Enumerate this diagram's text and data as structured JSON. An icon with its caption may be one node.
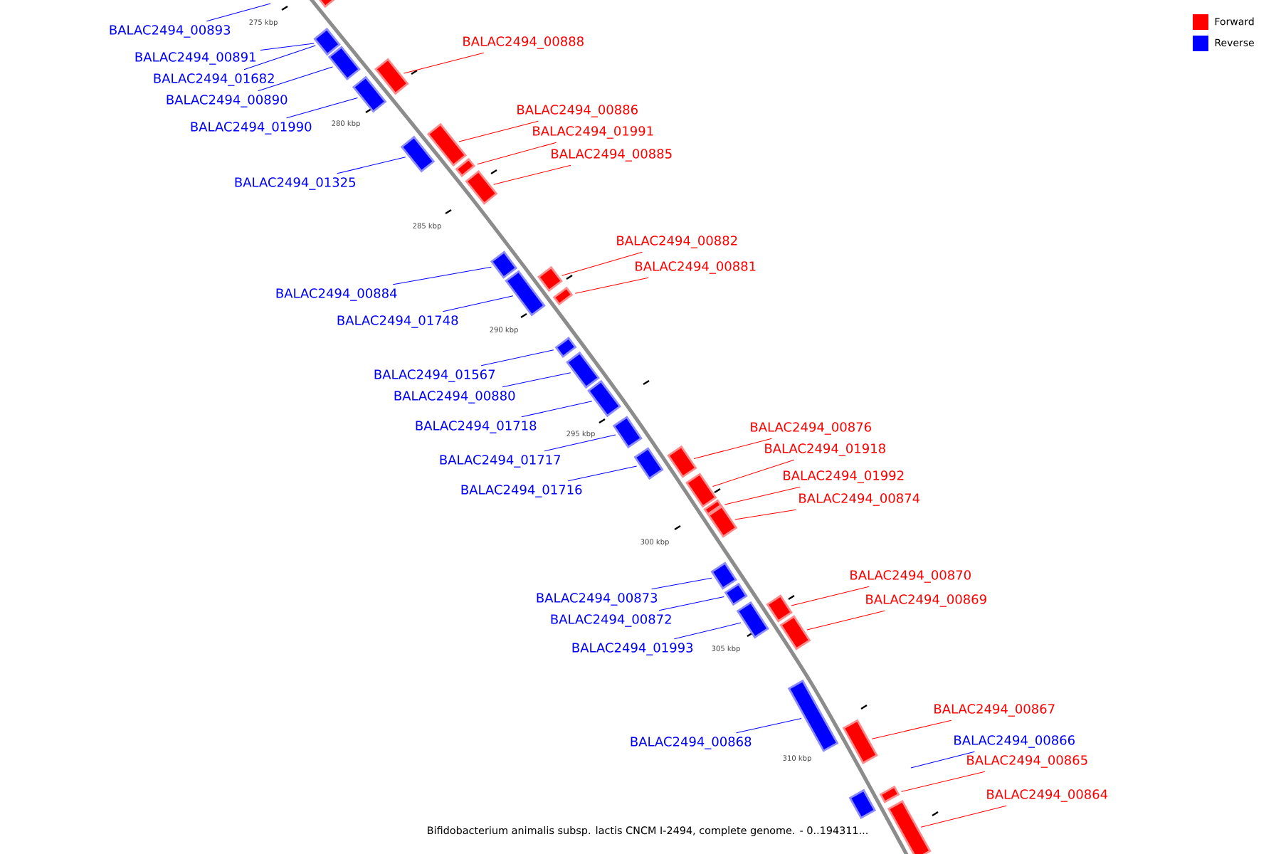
{
  "diagram": {
    "caption": "Bifidobacterium animalis subsp. lactis CNCM I-2494, complete genome. - 0..194311...",
    "nodes": [
      {
        "text": [],
        "shape": "bar"
      },
      {
        "text": [],
        "shape": "bar"
      },
      {
        "text": [],
        "shape": "bar"
      },
      {
        "text": [],
        "shape": "bar"
      },
      {
        "text": [],
        "shape": "bar"
      },
      {
        "text": [],
        "shape": "bar"
      },
      {
        "text": [],
        "shape": "bar"
      },
      {
        "text": [],
        "shape": "bar"
      },
      {
        "text": [],
        "shape": "bar"
      },
      {
        "text": [],
        "shape": "bar"
      },
      {
        "text": [],
        "shape": "bar"
      },
      {
        "text": [],
        "shape": "bar"
      },
      {
        "text": [],
        "shape": "bar"
      },
      {
        "text": [],
        "shape": "bar"
      },
      {
        "text": [],
        "shape": "bar"
      },
      {
        "text": [],
        "shape": "bar"
      },
      {
        "text": [],
        "shape": "bar"
      },
      {
        "text": [],
        "shape": "bar"
      },
      {
        "text": [],
        "shape": "bar"
      },
      {
        "text": [],
        "shape": "bar"
      },
      {
        "text": [],
        "shape": "bar"
      },
      {
        "text": [],
        "shape": "bar"
      },
      {
        "text": [],
        "shape": "bar"
      },
      {
        "text": [],
        "shape": "bar"
      },
      {
        "text": [],
        "shape": "bar"
      },
      {
        "text": [],
        "shape": "bar"
      },
      {
        "text": [],
        "shape": "bar"
      },
      {
        "text": [],
        "shape": "bar"
      },
      {
        "text": [],
        "shape": "bar"
      },
      {
        "text": [],
        "shape": "bar"
      },
      {
        "text": [],
        "shape": "bar"
      },
      {
        "text": [],
        "shape": "bar"
      },
      {
        "text": [
          "BALAC2494_00893"
        ]
      },
      {
        "text": [
          "BALAC2494_00888"
        ]
      },
      {
        "text": [
          "BALAC2494_00891"
        ]
      },
      {
        "text": [
          "BALAC2494_01682"
        ]
      },
      {
        "text": [
          "BALAC2494_00890"
        ]
      },
      {
        "text": [
          "BALAC2494_00886"
        ]
      },
      {
        "text": [
          "BALAC2494_01990"
        ]
      },
      {
        "text": [
          "BALAC2494_01991"
        ]
      },
      {
        "text": [
          "BALAC2494_00885"
        ]
      },
      {
        "text": [
          "BALAC2494_01325"
        ]
      },
      {
        "text": [
          "BALAC2494_00882"
        ]
      },
      {
        "text": [
          "BALAC2494_00881"
        ]
      },
      {
        "text": [
          "BALAC2494_00884"
        ]
      },
      {
        "text": [
          "BALAC2494_01748"
        ]
      },
      {
        "text": [
          "BALAC2494_01567"
        ]
      },
      {
        "text": [
          "BALAC2494_00880"
        ]
      },
      {
        "text": [
          "BALAC2494_01718"
        ]
      },
      {
        "text": [
          "BALAC2494_00876"
        ]
      },
      {
        "text": [
          "BALAC2494_01918"
        ]
      },
      {
        "text": [
          "BALAC2494_01717"
        ]
      },
      {
        "text": [
          "BALAC2494_01992"
        ]
      },
      {
        "text": [
          "BALAC2494_01716"
        ]
      },
      {
        "text": [
          "BALAC2494_00874"
        ]
      },
      {
        "text": [
          "BALAC2494_00870"
        ]
      },
      {
        "text": [
          "BALAC2494_00873"
        ]
      },
      {
        "text": [
          "BALAC2494_00869"
        ]
      },
      {
        "text": [
          "BALAC2494_00872"
        ]
      },
      {
        "text": [
          "BALAC2494_01993"
        ]
      },
      {
        "text": [
          "BALAC2494_00867"
        ]
      },
      {
        "text": [
          "BALAC2494_00866"
        ]
      },
      {
        "text": [
          "BALAC2494_00868"
        ]
      },
      {
        "text": [
          "BALAC2494_00865"
        ]
      },
      {
        "text": [
          "BALAC2494_00864"
        ]
      }
    ],
    "edges": [
      {
        "from": 32,
        "to": null,
        "arrow": "none",
        "color": "#0000ff"
      },
      {
        "from": 33,
        "to": 4,
        "arrow": "none",
        "color": "#ff0000"
      },
      {
        "from": 34,
        "to": 1,
        "arrow": "none",
        "color": "#0000ff"
      },
      {
        "from": 35,
        "to": 1,
        "arrow": "none",
        "color": "#0000ff"
      },
      {
        "from": 36,
        "to": 2,
        "arrow": "none",
        "color": "#0000ff"
      },
      {
        "from": 37,
        "to": 6,
        "arrow": "none",
        "color": "#ff0000"
      },
      {
        "from": 38,
        "to": 3,
        "arrow": "none",
        "color": "#0000ff"
      },
      {
        "from": 39,
        "to": 7,
        "arrow": "none",
        "color": "#ff0000"
      },
      {
        "from": 40,
        "to": 8,
        "arrow": "none",
        "color": "#ff0000"
      },
      {
        "from": 41,
        "to": 5,
        "arrow": "none",
        "color": "#0000ff"
      },
      {
        "from": 42,
        "to": 11,
        "arrow": "none",
        "color": "#ff0000"
      },
      {
        "from": 43,
        "to": 12,
        "arrow": "none",
        "color": "#ff0000"
      },
      {
        "from": 44,
        "to": 9,
        "arrow": "none",
        "color": "#0000ff"
      },
      {
        "from": 45,
        "to": 10,
        "arrow": "none",
        "color": "#0000ff"
      },
      {
        "from": 46,
        "to": 13,
        "arrow": "none",
        "color": "#0000ff"
      },
      {
        "from": 47,
        "to": 14,
        "arrow": "none",
        "color": "#0000ff"
      },
      {
        "from": 48,
        "to": 15,
        "arrow": "none",
        "color": "#0000ff"
      },
      {
        "from": 49,
        "to": 18,
        "arrow": "none",
        "color": "#ff0000"
      },
      {
        "from": 50,
        "to": 19,
        "arrow": "none",
        "color": "#ff0000"
      },
      {
        "from": 51,
        "to": 16,
        "arrow": "none",
        "color": "#0000ff"
      },
      {
        "from": 52,
        "to": 20,
        "arrow": "none",
        "color": "#ff0000"
      },
      {
        "from": 53,
        "to": 17,
        "arrow": "none",
        "color": "#0000ff"
      },
      {
        "from": 54,
        "to": 21,
        "arrow": "none",
        "color": "#ff0000"
      },
      {
        "from": 55,
        "to": 25,
        "arrow": "none",
        "color": "#ff0000"
      },
      {
        "from": 56,
        "to": 22,
        "arrow": "none",
        "color": "#0000ff"
      },
      {
        "from": 57,
        "to": 26,
        "arrow": "none",
        "color": "#ff0000"
      },
      {
        "from": 58,
        "to": 23,
        "arrow": "none",
        "color": "#0000ff"
      },
      {
        "from": 59,
        "to": 24,
        "arrow": "none",
        "color": "#0000ff"
      },
      {
        "from": 60,
        "to": 28,
        "arrow": "none",
        "color": "#ff0000"
      },
      {
        "from": 61,
        "to": null,
        "arrow": "none",
        "color": "#0000ff"
      },
      {
        "from": 62,
        "to": 27,
        "arrow": "none",
        "color": "#0000ff"
      },
      {
        "from": 63,
        "to": 30,
        "arrow": "none",
        "color": "#ff0000"
      },
      {
        "from": 64,
        "to": 31,
        "arrow": "none",
        "color": "#ff0000"
      }
    ],
    "labels": [
      "275 kbp",
      "280 kbp",
      "285 kbp",
      "290 kbp",
      "295 kbp",
      "300 kbp",
      "305 kbp",
      "310 kbp"
    ],
    "legend": [
      {
        "text": "Forward",
        "color": "#ff0000"
      },
      {
        "text": "Reverse",
        "color": "#0000ff"
      }
    ]
  }
}
